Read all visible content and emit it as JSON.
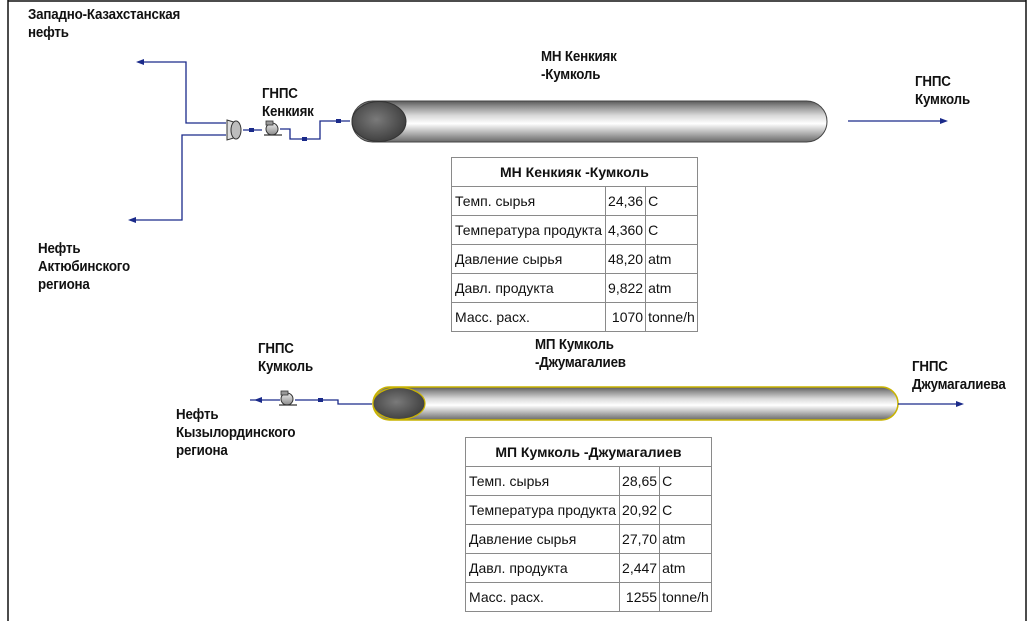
{
  "labels": {
    "west_kz_oil": [
      "Западно-Казахстанская",
      "нефть"
    ],
    "aktobe_oil": [
      "Нефть",
      "Актюбинского",
      "региона"
    ],
    "kenkiyak_station": [
      "ГНПС",
      "Кенкияк"
    ],
    "pipeline1_title": [
      "МН Кенкияк",
      "-Кумколь"
    ],
    "kumkol_end": [
      "ГНПС",
      "Кумколь"
    ],
    "kumkol_station": [
      "ГНПС",
      "Кумколь"
    ],
    "kyzylorda_oil": [
      "Нефть",
      "Кызылординского",
      "региона"
    ],
    "pipeline2_title": [
      "МП Кумколь",
      "-Джумагалиев"
    ],
    "dzhumagaliev_end": [
      "ГНПС",
      "Джумагалиева"
    ]
  },
  "table1": {
    "title": "МН Кенкияк -Кумколь",
    "rows": [
      {
        "param": "Темп. сырья",
        "value": "24,36",
        "unit": "C"
      },
      {
        "param": "Температура продукта",
        "value": "4,360",
        "unit": "C"
      },
      {
        "param": "Давление сырья",
        "value": "48,20",
        "unit": "atm"
      },
      {
        "param": "Давл. продукта",
        "value": "9,822",
        "unit": "atm"
      },
      {
        "param": "Масс. расх.",
        "value": "1070",
        "unit": "tonne/h"
      }
    ]
  },
  "table2": {
    "title": "МП Кумколь -Джумагалиев",
    "rows": [
      {
        "param": "Темп. сырья",
        "value": "28,65",
        "unit": "C"
      },
      {
        "param": "Температура продукта",
        "value": "20,92",
        "unit": "C"
      },
      {
        "param": "Давление сырья",
        "value": "27,70",
        "unit": "atm"
      },
      {
        "param": "Давл. продукта",
        "value": "2,447",
        "unit": "atm"
      },
      {
        "param": "Масс. расх.",
        "value": "1255",
        "unit": "tonne/h"
      }
    ]
  },
  "colors": {
    "stream_line": "#1a2a8a",
    "pipe2_outline": "#c9b300",
    "frame": "#111111"
  }
}
